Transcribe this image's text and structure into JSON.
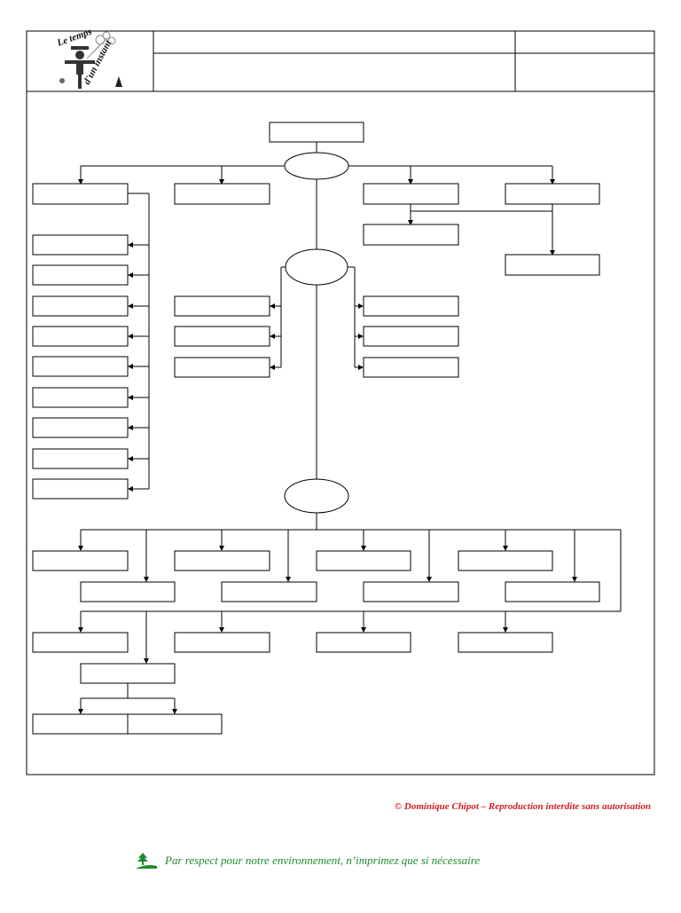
{
  "header": {
    "logo_text_top": "Le temps",
    "logo_text_bottom": "d'un instant"
  },
  "footer": {
    "copyright": "© Dominique Chipot –  Reproduction interdite sans autorisation",
    "eco_message": "Par respect pour notre environnement, n’imprimez que si nécessaire",
    "eco_icon": "tree-icon"
  },
  "colors": {
    "copyright": "#d02020",
    "eco": "#1f8a2e",
    "line": "#000000"
  }
}
